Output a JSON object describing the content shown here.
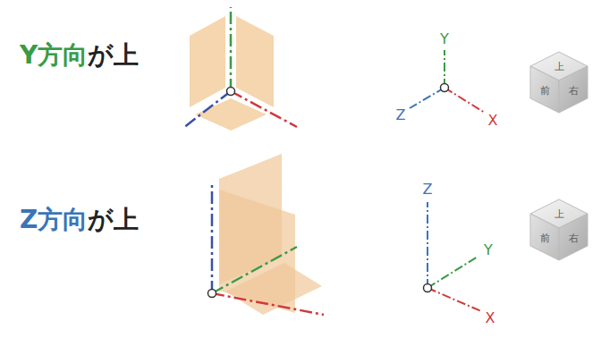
{
  "diagram": {
    "labels": [
      "Y方向",
      "が上",
      "Y",
      "Z",
      "X",
      "上",
      "前",
      "右",
      "Z方向",
      "が上",
      "Z",
      "Y",
      "X",
      "上",
      "前",
      "右"
    ]
  }
}
